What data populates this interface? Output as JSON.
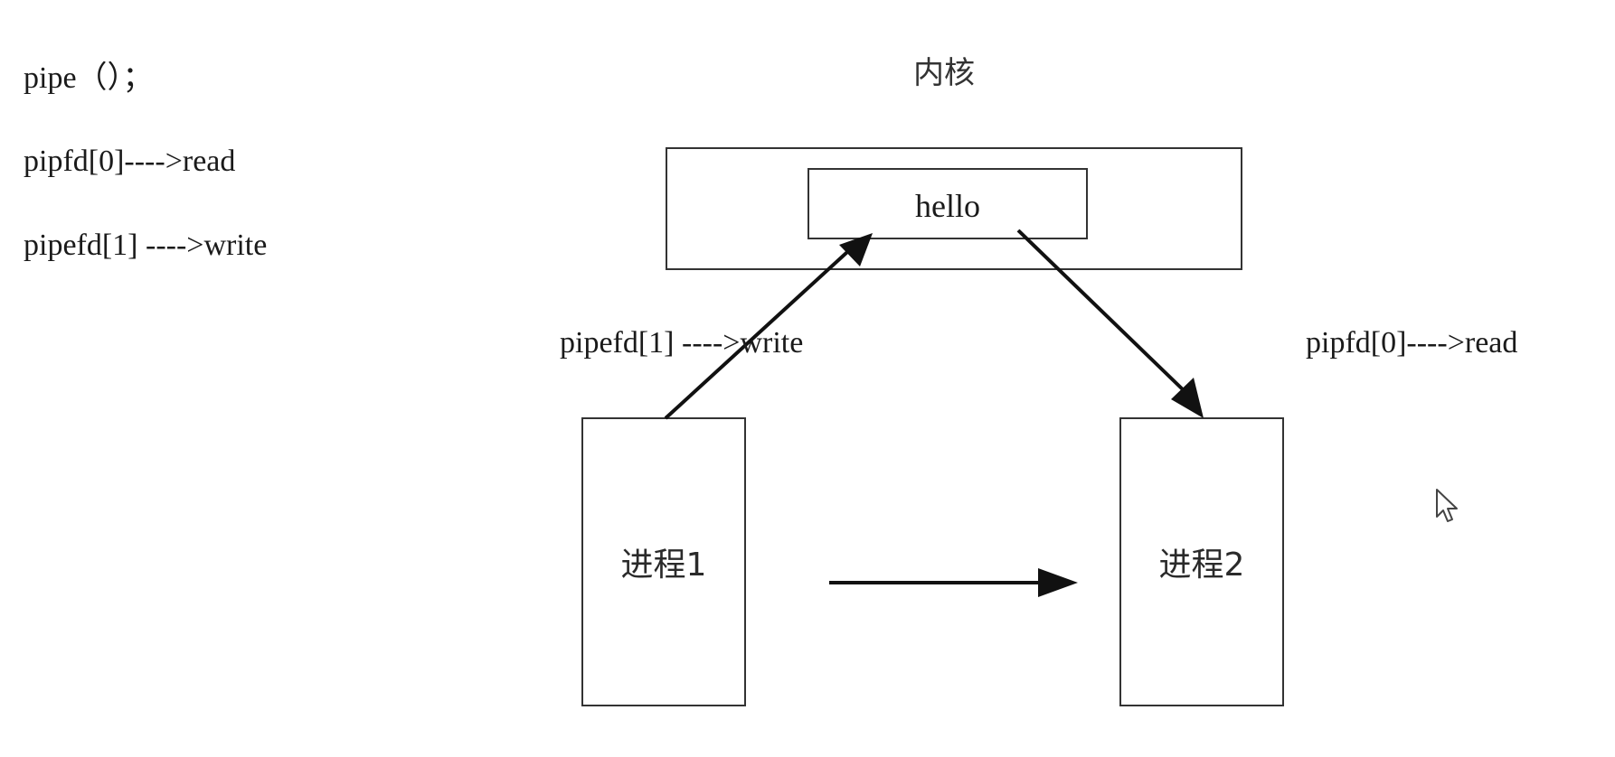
{
  "notes": {
    "pipe_call": "pipe（）；",
    "read_end": "pipfd[0]---->read",
    "write_end": "pipefd[1] ---->write"
  },
  "diagram": {
    "kernel_label": "内核",
    "buffer_text": "hello",
    "process1_label": "进程1",
    "process2_label": "进程2",
    "write_arrow_label": "pipefd[1] ---->write",
    "read_arrow_label": "pipfd[0]---->read"
  },
  "colors": {
    "line": "#111111",
    "background": "#ffffff"
  },
  "icons": {
    "cursor": "mouse-pointer-icon"
  }
}
